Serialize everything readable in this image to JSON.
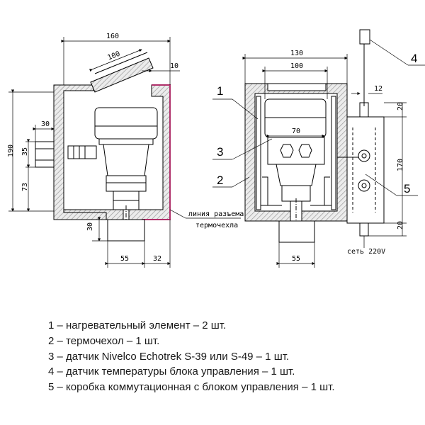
{
  "left_view": {
    "dims": {
      "width_total": "160",
      "lid_width": "100",
      "lid_offset": "10",
      "height_total": "190",
      "side_pipe": "30",
      "pipe_height": "35",
      "pipe_axis": "73",
      "bottom_neck": "30",
      "neck_width": "55",
      "right_offset": "32"
    },
    "split_line_note": [
      "линия разъема",
      "термочехла"
    ]
  },
  "right_view": {
    "dims": {
      "outer_width": "130",
      "inner_width": "100",
      "flange_width": "70",
      "box_width": "12",
      "box_top": "20",
      "box_height": "170",
      "box_bottom": "20",
      "neck_width": "55"
    },
    "callouts": [
      "1",
      "2",
      "3",
      "4",
      "5"
    ],
    "power_note": "сеть 220V"
  },
  "legend": [
    "1 – нагревательный элемент – 2 шт.",
    "2 – термочехол – 1 шт.",
    "3 – датчик Nivelco Echotrek S-39 или S-49 – 1 шт.",
    "4 – датчик температуры блока управления – 1 шт.",
    "5 – коробка коммутационная с блоком управления – 1 шт."
  ],
  "colors": {
    "hatch": "#c8c8c8",
    "insulation_fill": "#ececec",
    "split_line": "#b0306a",
    "line": "#000000"
  }
}
